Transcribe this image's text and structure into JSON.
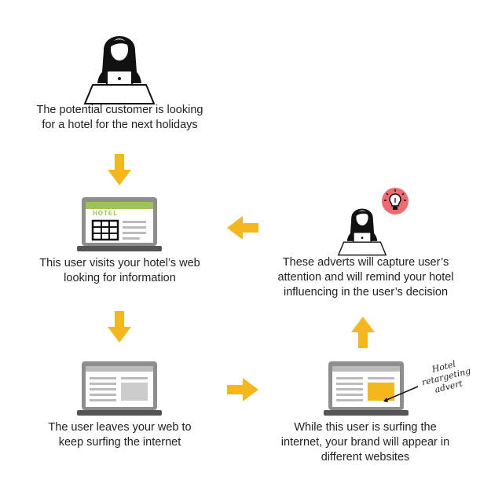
{
  "steps": {
    "step1": {
      "lines": [
        "The potential customer is looking",
        "for a hotel for the next holidays"
      ]
    },
    "step2": {
      "lines": [
        "This user visits your hotel’s web",
        "looking for information"
      ],
      "sign": "HOTEL"
    },
    "step3": {
      "lines": [
        "The user leaves your web to",
        "keep surfing the internet"
      ]
    },
    "step4": {
      "lines": [
        "While this user is surfing the",
        "internet, your brand will appear in",
        "different websites"
      ],
      "annotation": [
        "Hotel",
        "retargeting",
        "advert"
      ]
    },
    "step5": {
      "lines": [
        "These adverts will capture user’s",
        "attention and will remind your hotel",
        "influencing in the user’s decision"
      ]
    }
  },
  "icons": {
    "person": "person-at-laptop-icon",
    "laptop": "laptop-icon",
    "bulb": "lightbulb-icon",
    "arrow": "arrow-icon"
  },
  "colors": {
    "arrow": "#F5B81C",
    "hotel_green": "#9DC458",
    "laptop_gray": "#8E8E8E",
    "advert": "#F5B81C",
    "bulb_bg": "#F06A72"
  }
}
